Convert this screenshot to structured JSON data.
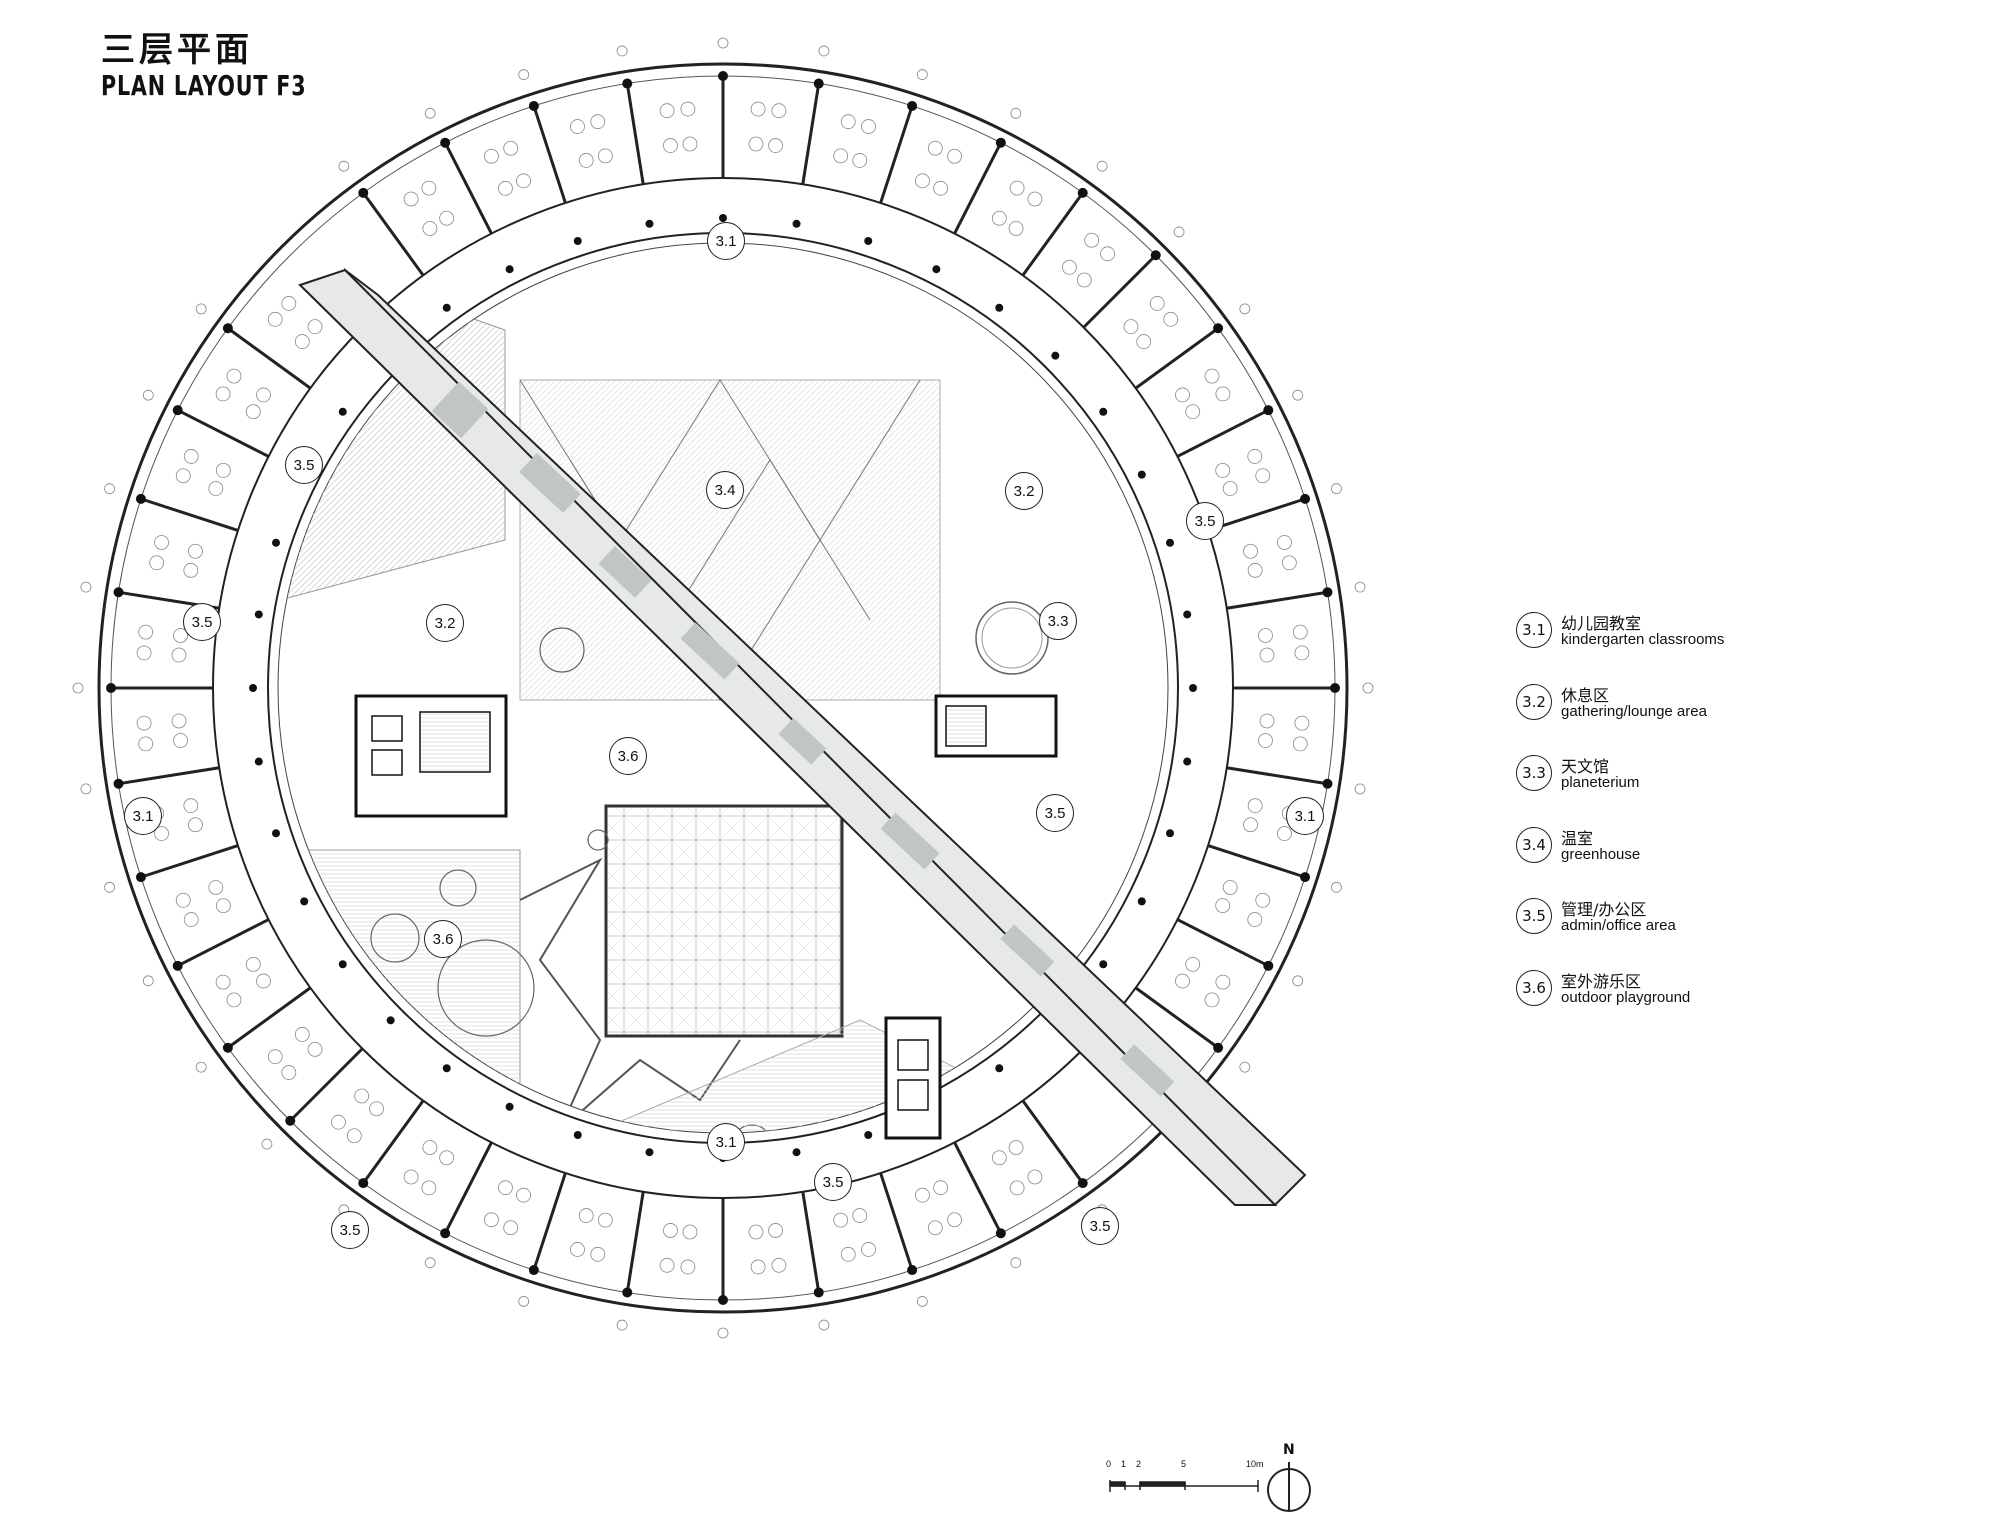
{
  "title": {
    "cn": "三层平面",
    "en": "PLAN LAYOUT F3"
  },
  "legend": [
    {
      "num": "3.1",
      "cn": "幼儿园教室",
      "en": "kindergarten classrooms"
    },
    {
      "num": "3.2",
      "cn": "休息区",
      "en": "gathering/lounge area"
    },
    {
      "num": "3.3",
      "cn": "天文馆",
      "en": "planeterium"
    },
    {
      "num": "3.4",
      "cn": "温室",
      "en": "greenhouse"
    },
    {
      "num": "3.5",
      "cn": "管理/办公区",
      "en": "admin/office area"
    },
    {
      "num": "3.6",
      "cn": "室外游乐区",
      "en": "outdoor playground"
    }
  ],
  "plan_labels": [
    "3.1",
    "3.1",
    "3.1",
    "3.1",
    "3.2",
    "3.2",
    "3.3",
    "3.4",
    "3.5",
    "3.5",
    "3.5",
    "3.5",
    "3.5",
    "3.5",
    "3.5",
    "3.6",
    "3.6"
  ],
  "scale_bar": {
    "ticks": [
      "0",
      "1",
      "2",
      "5",
      "10m"
    ]
  },
  "north": "N",
  "colors": {
    "line": "#222222",
    "corridor": "#e3e6e5",
    "corridor_dark": "#b9c0be",
    "floor_hatch": "#d9d9d9"
  }
}
